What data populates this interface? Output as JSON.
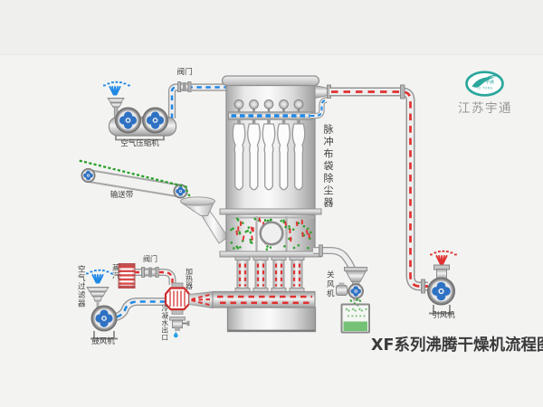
{
  "title": "XF系列沸腾干燥机流程图",
  "brand": "江苏宇通",
  "logo": {
    "badge_zh": "宇通",
    "badge_en": "YU TONG"
  },
  "labels": {
    "valve_top": "阀门",
    "air_compressor": "空气压缩机",
    "dust_collector": "脉冲布袋除尘器",
    "conveyor": "输送带",
    "air_filter": "空气过滤器",
    "blower": "鼓风机",
    "steam": "蒸汽",
    "valve_bottom": "阀门",
    "heater": "加热器",
    "condensate_outlet": "冷凝水出口",
    "rotary_airlock": "关风机",
    "induced_fan": "引风机"
  },
  "colors": {
    "compressed_air": "#1e88e5",
    "hot_air": "#e03131",
    "material_green": "#2ca02c",
    "brand_teal": "#2aa79c",
    "steam_red": "#d84b4b",
    "fan_blue": "#2f72c4"
  }
}
